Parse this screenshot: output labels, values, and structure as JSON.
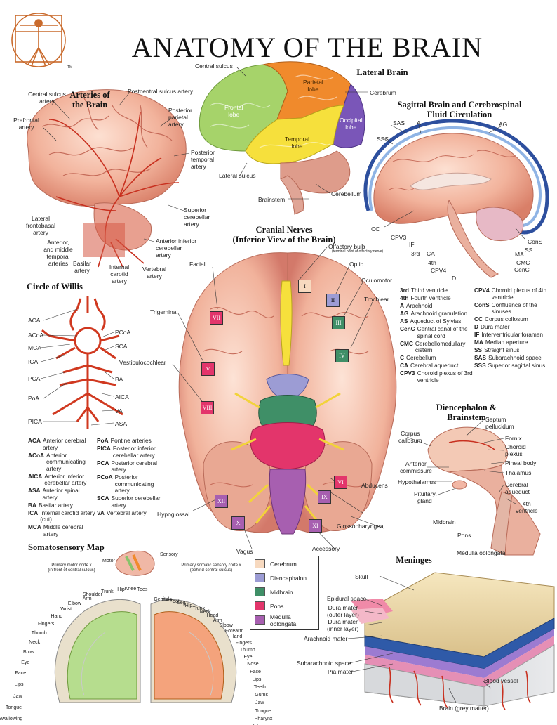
{
  "title": "ANATOMY OF THE BRAIN",
  "logo_mark": "TM",
  "colors": {
    "brain_pink": "#efb09a",
    "frontal": "#a6d36a",
    "parietal": "#f08a2c",
    "temporal": "#f6e03c",
    "occipital": "#7a56b8",
    "artery_red": "#c8301f",
    "cerebrum": "#f7d9bf",
    "diencephalon": "#9c9cd4",
    "midbrain": "#3f8f67",
    "pons": "#e3356b",
    "medulla": "#a75fb0",
    "dura_blue": "#2d4f9e"
  },
  "arteries": {
    "title": "Arteries of\nthe Brain",
    "labels": {
      "central_sulcus_artery": "Central sulcus\nartery",
      "postcentral": "Postcentral sulcus artery",
      "prefrontal": "Prefrontal\nartery",
      "posterior_parietal": "Posterior\nparietal\nartery",
      "posterior_temporal": "Posterior\ntemporal\nartery",
      "lateral_frontobasal": "Lateral\nfrontobasal\nartery",
      "superior_cerebellar": "Superior\ncerebellar\nartery",
      "anterior_middle_temporal": "Anterior,\nand middle\ntemporal\narteries",
      "anterior_inferior_cerebellar": "Anterior inferior\ncerebellar\nartery",
      "basilar": "Basilar\nartery",
      "internal_carotid": "Internal\ncarotid\nartery",
      "vertebral": "Vertebral\nartery"
    }
  },
  "lateral": {
    "title": "Lateral Brain",
    "labels": {
      "central_sulcus": "Central sulcus",
      "parietal": "Parietal\nlobe",
      "cerebrum": "Cerebrum",
      "frontal": "Frontal\nlobe",
      "occipital": "Occipital\nlobe",
      "temporal": "Temporal\nlobe",
      "lateral_sulcus": "Lateral sulcus",
      "cerebellum": "Cerebellum",
      "brainstem": "Brainstem"
    }
  },
  "sagittal": {
    "title": "Sagittal Brain and Cerebrospinal\nFluid Circulation",
    "labels": {
      "sas": "SAS",
      "a": "A",
      "ag": "AG",
      "sss": "SSS",
      "cc": "CC",
      "cpv3": "CPV3",
      "if": "IF",
      "3rd": "3rd",
      "ca": "CA",
      "4th": "4th",
      "cpv4": "CPV4",
      "d": "D",
      "cons": "ConS",
      "ss": "SS",
      "ma": "MA",
      "cmc": "CMC",
      "cenc": "CenC"
    },
    "key_left": [
      {
        "k": "3rd",
        "v": "Third ventricle"
      },
      {
        "k": "4th",
        "v": "Fourth ventricle"
      },
      {
        "k": "A",
        "v": "Arachnoid"
      },
      {
        "k": "AG",
        "v": "Arachnoid granulation"
      },
      {
        "k": "AS",
        "v": "Aqueduct of Sylvias"
      },
      {
        "k": "CenC",
        "v": "Central canal of the spinal cord"
      },
      {
        "k": "CMC",
        "v": "Cerebellomedullary cistern"
      },
      {
        "k": "C",
        "v": "Cerebellum"
      },
      {
        "k": "CA",
        "v": "Cerebral aqueduct"
      },
      {
        "k": "CPV3",
        "v": "Choroid plexus of 3rd ventricle"
      }
    ],
    "key_right": [
      {
        "k": "CPV4",
        "v": "Choroid plexus of 4th ventricle"
      },
      {
        "k": "ConS",
        "v": "Confluence of the sinuses"
      },
      {
        "k": "CC",
        "v": "Corpus collosum"
      },
      {
        "k": "D",
        "v": "Dura mater"
      },
      {
        "k": "IF",
        "v": "Interventricular foramen"
      },
      {
        "k": "MA",
        "v": "Median aperture"
      },
      {
        "k": "SS",
        "v": "Straight sinus"
      },
      {
        "k": "SAS",
        "v": "Subarachnoid space"
      },
      {
        "k": "SSS",
        "v": "Superior sagittal sinus"
      }
    ]
  },
  "cranial": {
    "title": "Cranial Nerves\n(Inferior View of the Brain)",
    "labels": {
      "olfactory": "Olfactory bulb",
      "olfactory_note": "(terminal point of olfactory nerve)",
      "optic": "Optic",
      "oculomotor": "Oculomotor",
      "trochlear": "Trochlear",
      "facial": "Facial",
      "trigeminal": "Trigeminal",
      "vestibulocochlear": "Vestibulocochlear",
      "abducens": "Abducens",
      "glossopharyngeal": "Glossopharyngeal",
      "hypoglossal": "Hypoglossal",
      "vagus": "Vagus",
      "accessory": "Accessory"
    },
    "numerals": [
      "I",
      "II",
      "III",
      "IV",
      "V",
      "VI",
      "VII",
      "VIII",
      "IX",
      "X",
      "XI",
      "XII"
    ]
  },
  "willis": {
    "title": "Circle of Willis",
    "labels": {
      "aca": "ACA",
      "acoa": "ACoA",
      "mca": "MCA",
      "ica": "ICA",
      "pca": "PCA",
      "poa": "PoA",
      "pica": "PICA",
      "pcoa": "PCoA",
      "sca": "SCA",
      "ba": "BA",
      "aica": "AICA",
      "va": "VA",
      "asa": "ASA"
    },
    "key_left": [
      {
        "k": "ACA",
        "v": "Anterior cerebral artery"
      },
      {
        "k": "ACoA",
        "v": "Anterior communicating artery"
      },
      {
        "k": "AICA",
        "v": "Anterior inferior cerebellar artery"
      },
      {
        "k": "ASA",
        "v": "Anterior spinal artery"
      },
      {
        "k": "BA",
        "v": "Basilar artery"
      },
      {
        "k": "ICA",
        "v": "Internal carotid artery (cut)"
      },
      {
        "k": "MCA",
        "v": "Middle cerebral artery"
      }
    ],
    "key_right": [
      {
        "k": "PoA",
        "v": "Pontine arteries"
      },
      {
        "k": "PICA",
        "v": "Posterior inferior cerebellar artery"
      },
      {
        "k": "PCA",
        "v": "Posterior cerebral artery"
      },
      {
        "k": "PCoA",
        "v": "Posterior communicating artery"
      },
      {
        "k": "SCA",
        "v": "Superior cerebellar artery"
      },
      {
        "k": "VA",
        "v": "Vertebral artery"
      }
    ]
  },
  "dien": {
    "title": "Diencephalon &\nBrainstem",
    "labels": {
      "septum": "Septum\npellucidum",
      "corpus_callosum": "Corpus\ncallosum",
      "fornix": "Fornix",
      "choroid": "Choroid\nplexus",
      "anterior_commissure": "Anterior\ncommissure",
      "pineal": "Pineal body",
      "thalamus": "Thalamus",
      "hypothalamus": "Hypothalamus",
      "cerebral_aqueduct": "Cerebral\naqueduct",
      "pituitary": "Pituitary\ngland",
      "fourth_ventricle": "4th\nventricle",
      "midbrain": "Midbrain",
      "pons": "Pons",
      "medulla": "Medulla oblongata"
    }
  },
  "somato": {
    "title": "Somatosensory Map",
    "motor": "Motor",
    "sensory": "Sensory",
    "motor_cortex": "Primary motor corte   x\n(in front of central sulcus)",
    "sensory_cortex": "Primary somatic sensory corte   x\n(behind central sulcus)",
    "motor_parts": [
      "Swallowing",
      "Tongue",
      "Jaw",
      "Lips",
      "Face",
      "Eye",
      "Brow",
      "Neck",
      "Thumb",
      "Fingers",
      "Hand",
      "Wrist",
      "Elbow",
      "Arm",
      "Shoulder",
      "Trunk",
      "Hip",
      "Knee",
      "Toes"
    ],
    "sensory_parts": [
      "Genitals",
      "Toes",
      "Foot",
      "Leg",
      "Hip",
      "Trunk",
      "Neck",
      "Head",
      "Arm",
      "Elbow",
      "Forearm",
      "Hand",
      "Fingers",
      "Thumb",
      "Eye",
      "Nose",
      "Face",
      "Lips",
      "Teeth",
      "Gums",
      "Jaw",
      "Tongue",
      "Pharynx",
      "Intra-\nabdominal"
    ]
  },
  "legend": [
    {
      "label": "Cerebrum",
      "color": "#f7d9bf"
    },
    {
      "label": "Diencephalon",
      "color": "#9c9cd4"
    },
    {
      "label": "Midbrain",
      "color": "#3f8f67"
    },
    {
      "label": "Pons",
      "color": "#e3356b"
    },
    {
      "label": "Medulla oblongata",
      "color": "#a75fb0"
    }
  ],
  "meninges": {
    "title": "Meninges",
    "labels": {
      "skull": "Skull",
      "epidural": "Epidural space",
      "dura_outer": "Dura mater\n(outer layer)",
      "dura_inner": "Dura mater\n(inner layer)",
      "arachnoid": "Arachnoid mater",
      "subarachnoid": "Subarachnoid space",
      "pia": "Pia mater",
      "blood_vessel": "Blood vessel",
      "brain": "Brain (grey matter)"
    }
  }
}
